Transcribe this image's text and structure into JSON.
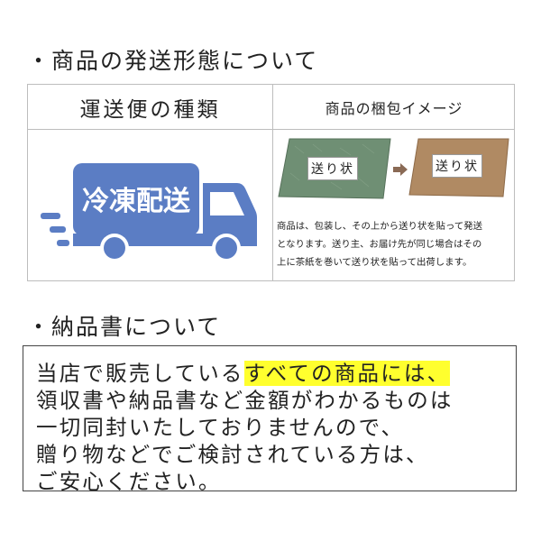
{
  "section1": {
    "title": "・商品の発送形態について"
  },
  "table": {
    "col1_header": "運送便の種類",
    "col2_header": "商品の梱包イメージ",
    "truck": {
      "text": "冷凍配送",
      "icon": "truck-icon",
      "color": "#5b7dc4"
    },
    "package": {
      "label_before": "送り状",
      "label_after": "送り状",
      "arrow_icon": "arrow-right-icon"
    },
    "description_lines": [
      "商品は、包装し、その上から送り状を貼って発送",
      "となります。送り主、お届け先が同じ場合はその",
      "上に茶紙を巻いて送り状を貼って出荷します。"
    ]
  },
  "section2": {
    "title": "・納品書について"
  },
  "notice": {
    "line1_prefix": "当店で販売している",
    "line1_highlight": "すべての商品には、",
    "line2": "領収書や納品書など金額がわかるものは",
    "line3": "一切同封いたしておりませんので、",
    "line4": "贈り物などでご検討されている方は、",
    "line5": "ご安心ください。",
    "highlight_color": "#ffff2e"
  }
}
